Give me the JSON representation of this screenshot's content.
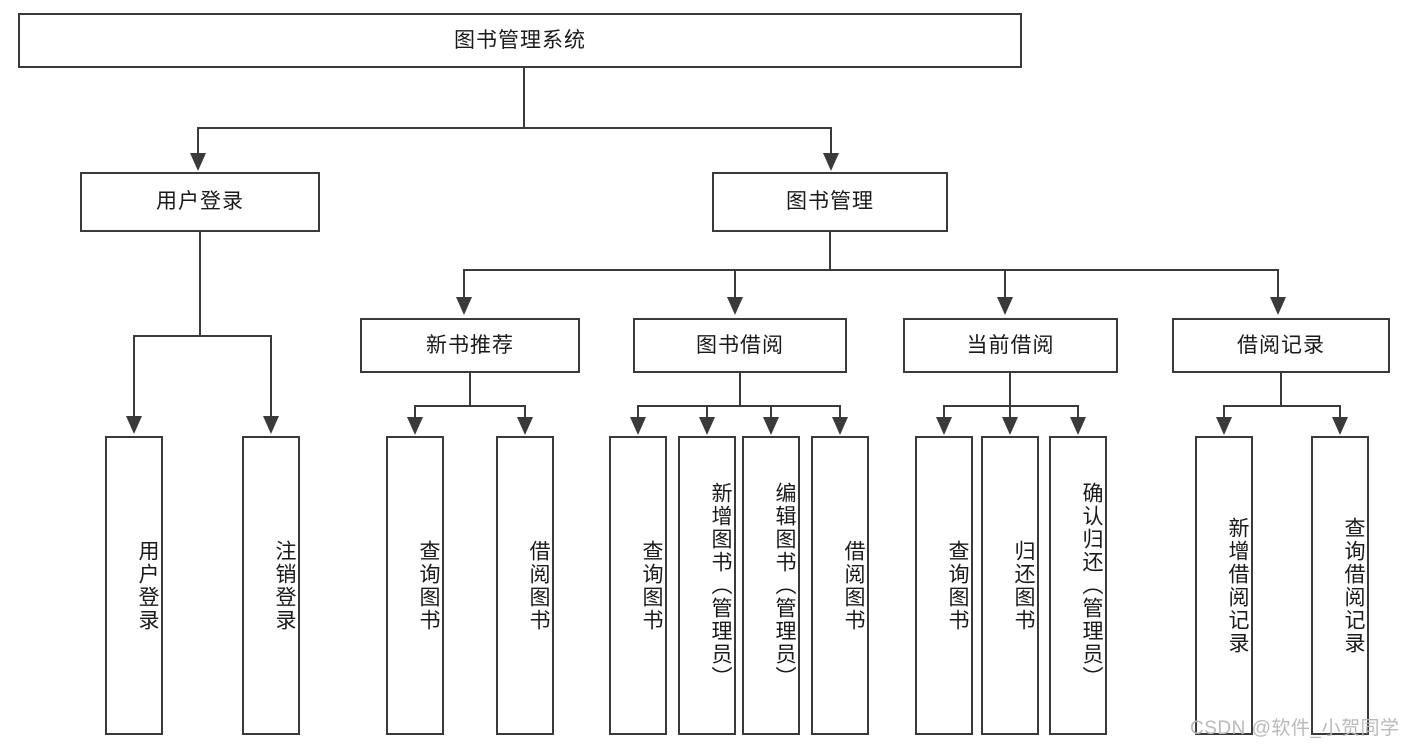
{
  "diagram": {
    "type": "tree",
    "title": "图书管理系统",
    "root": {
      "label": "图书管理系统"
    },
    "level2": [
      {
        "label": "用户登录"
      },
      {
        "label": "图书管理"
      }
    ],
    "level3": [
      {
        "label": "新书推荐"
      },
      {
        "label": "图书借阅"
      },
      {
        "label": "当前借阅"
      },
      {
        "label": "借阅记录"
      }
    ],
    "leaves": {
      "user_login": [
        {
          "label": "用户登录"
        },
        {
          "label": "注销登录"
        }
      ],
      "new_book": [
        {
          "label": "查询图书"
        },
        {
          "label": "借阅图书"
        }
      ],
      "book_borrow": [
        {
          "label": "查询图书"
        },
        {
          "label": "新增图书（管理员）"
        },
        {
          "label": "编辑图书（管理员）"
        },
        {
          "label": "借阅图书"
        }
      ],
      "current_borrow": [
        {
          "label": "查询图书"
        },
        {
          "label": "归还图书"
        },
        {
          "label": "确认归还（管理员）"
        }
      ],
      "borrow_record": [
        {
          "label": "新增借阅记录"
        },
        {
          "label": "查询借阅记录"
        }
      ]
    }
  },
  "watermark": {
    "text": "CSDN @软件_小贺同学"
  },
  "colors": {
    "stroke": "#3a3a3a",
    "text": "#1a1a1a",
    "background": "#ffffff",
    "watermark": "#b9b9b9"
  }
}
